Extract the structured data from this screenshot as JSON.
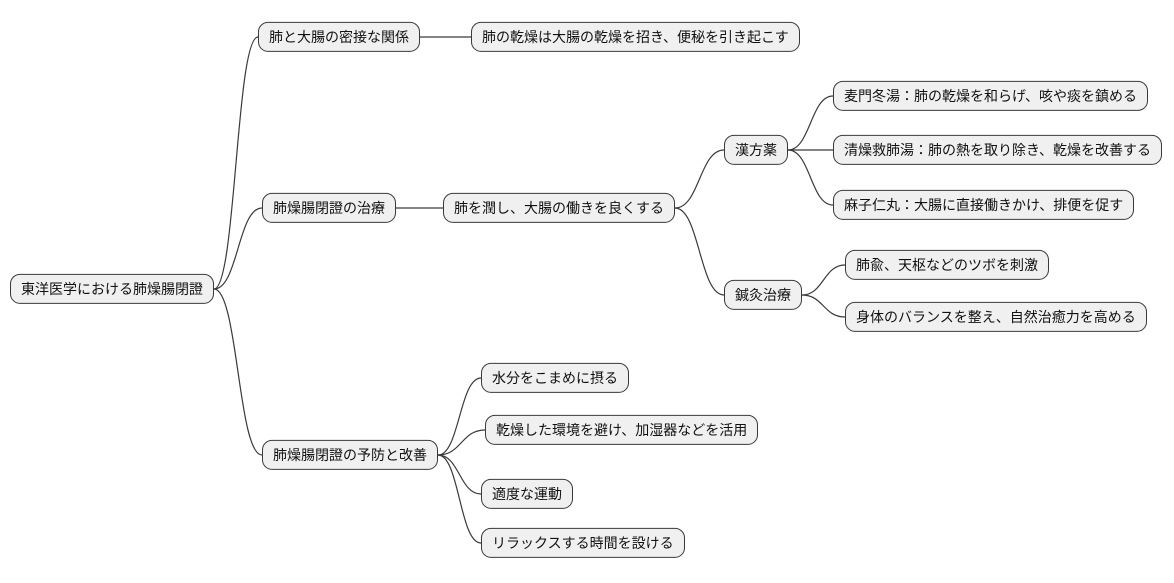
{
  "style": {
    "background": "#ffffff",
    "node_fill": "#f0f0f0",
    "node_border": "#3a3a3a",
    "edge_color": "#3a3a3a",
    "text_color": "#111111"
  },
  "mindmap": {
    "type": "mindmap",
    "root": {
      "label": "東洋医学における肺燥腸閉證",
      "children": [
        {
          "label": "肺と大腸の密接な関係",
          "children": [
            {
              "label": "肺の乾燥は大腸の乾燥を招き、便秘を引き起こす"
            }
          ]
        },
        {
          "label": "肺燥腸閉證の治療",
          "children": [
            {
              "label": "肺を潤し、大腸の働きを良くする",
              "children": [
                {
                  "label": "漢方薬",
                  "children": [
                    {
                      "label": "麦門冬湯：肺の乾燥を和らげ、咳や痰を鎮める"
                    },
                    {
                      "label": "清燥救肺湯：肺の熱を取り除き、乾燥を改善する"
                    },
                    {
                      "label": "麻子仁丸：大腸に直接働きかけ、排便を促す"
                    }
                  ]
                },
                {
                  "label": "鍼灸治療",
                  "children": [
                    {
                      "label": "肺兪、天枢などのツボを刺激"
                    },
                    {
                      "label": "身体のバランスを整え、自然治癒力を高める"
                    }
                  ]
                }
              ]
            }
          ]
        },
        {
          "label": "肺燥腸閉證の予防と改善",
          "children": [
            {
              "label": "水分をこまめに摂る"
            },
            {
              "label": "乾燥した環境を避け、加湿器などを活用"
            },
            {
              "label": "適度な運動"
            },
            {
              "label": "リラックスする時間を設ける"
            }
          ]
        }
      ]
    }
  }
}
